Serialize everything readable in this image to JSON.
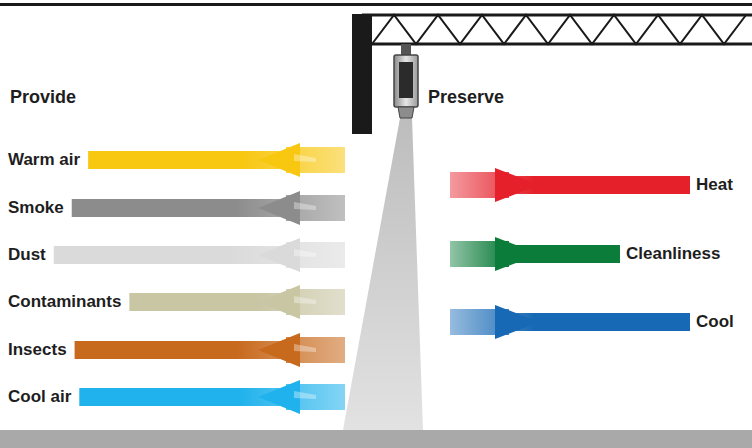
{
  "diagram": {
    "labels": [
      "Provide",
      "Preserve",
      "Warm air",
      "Smoke",
      "Dust",
      "Contaminants",
      "Insects",
      "Cool air",
      "Heat",
      "Cleanliness",
      "Cool"
    ]
  }
}
